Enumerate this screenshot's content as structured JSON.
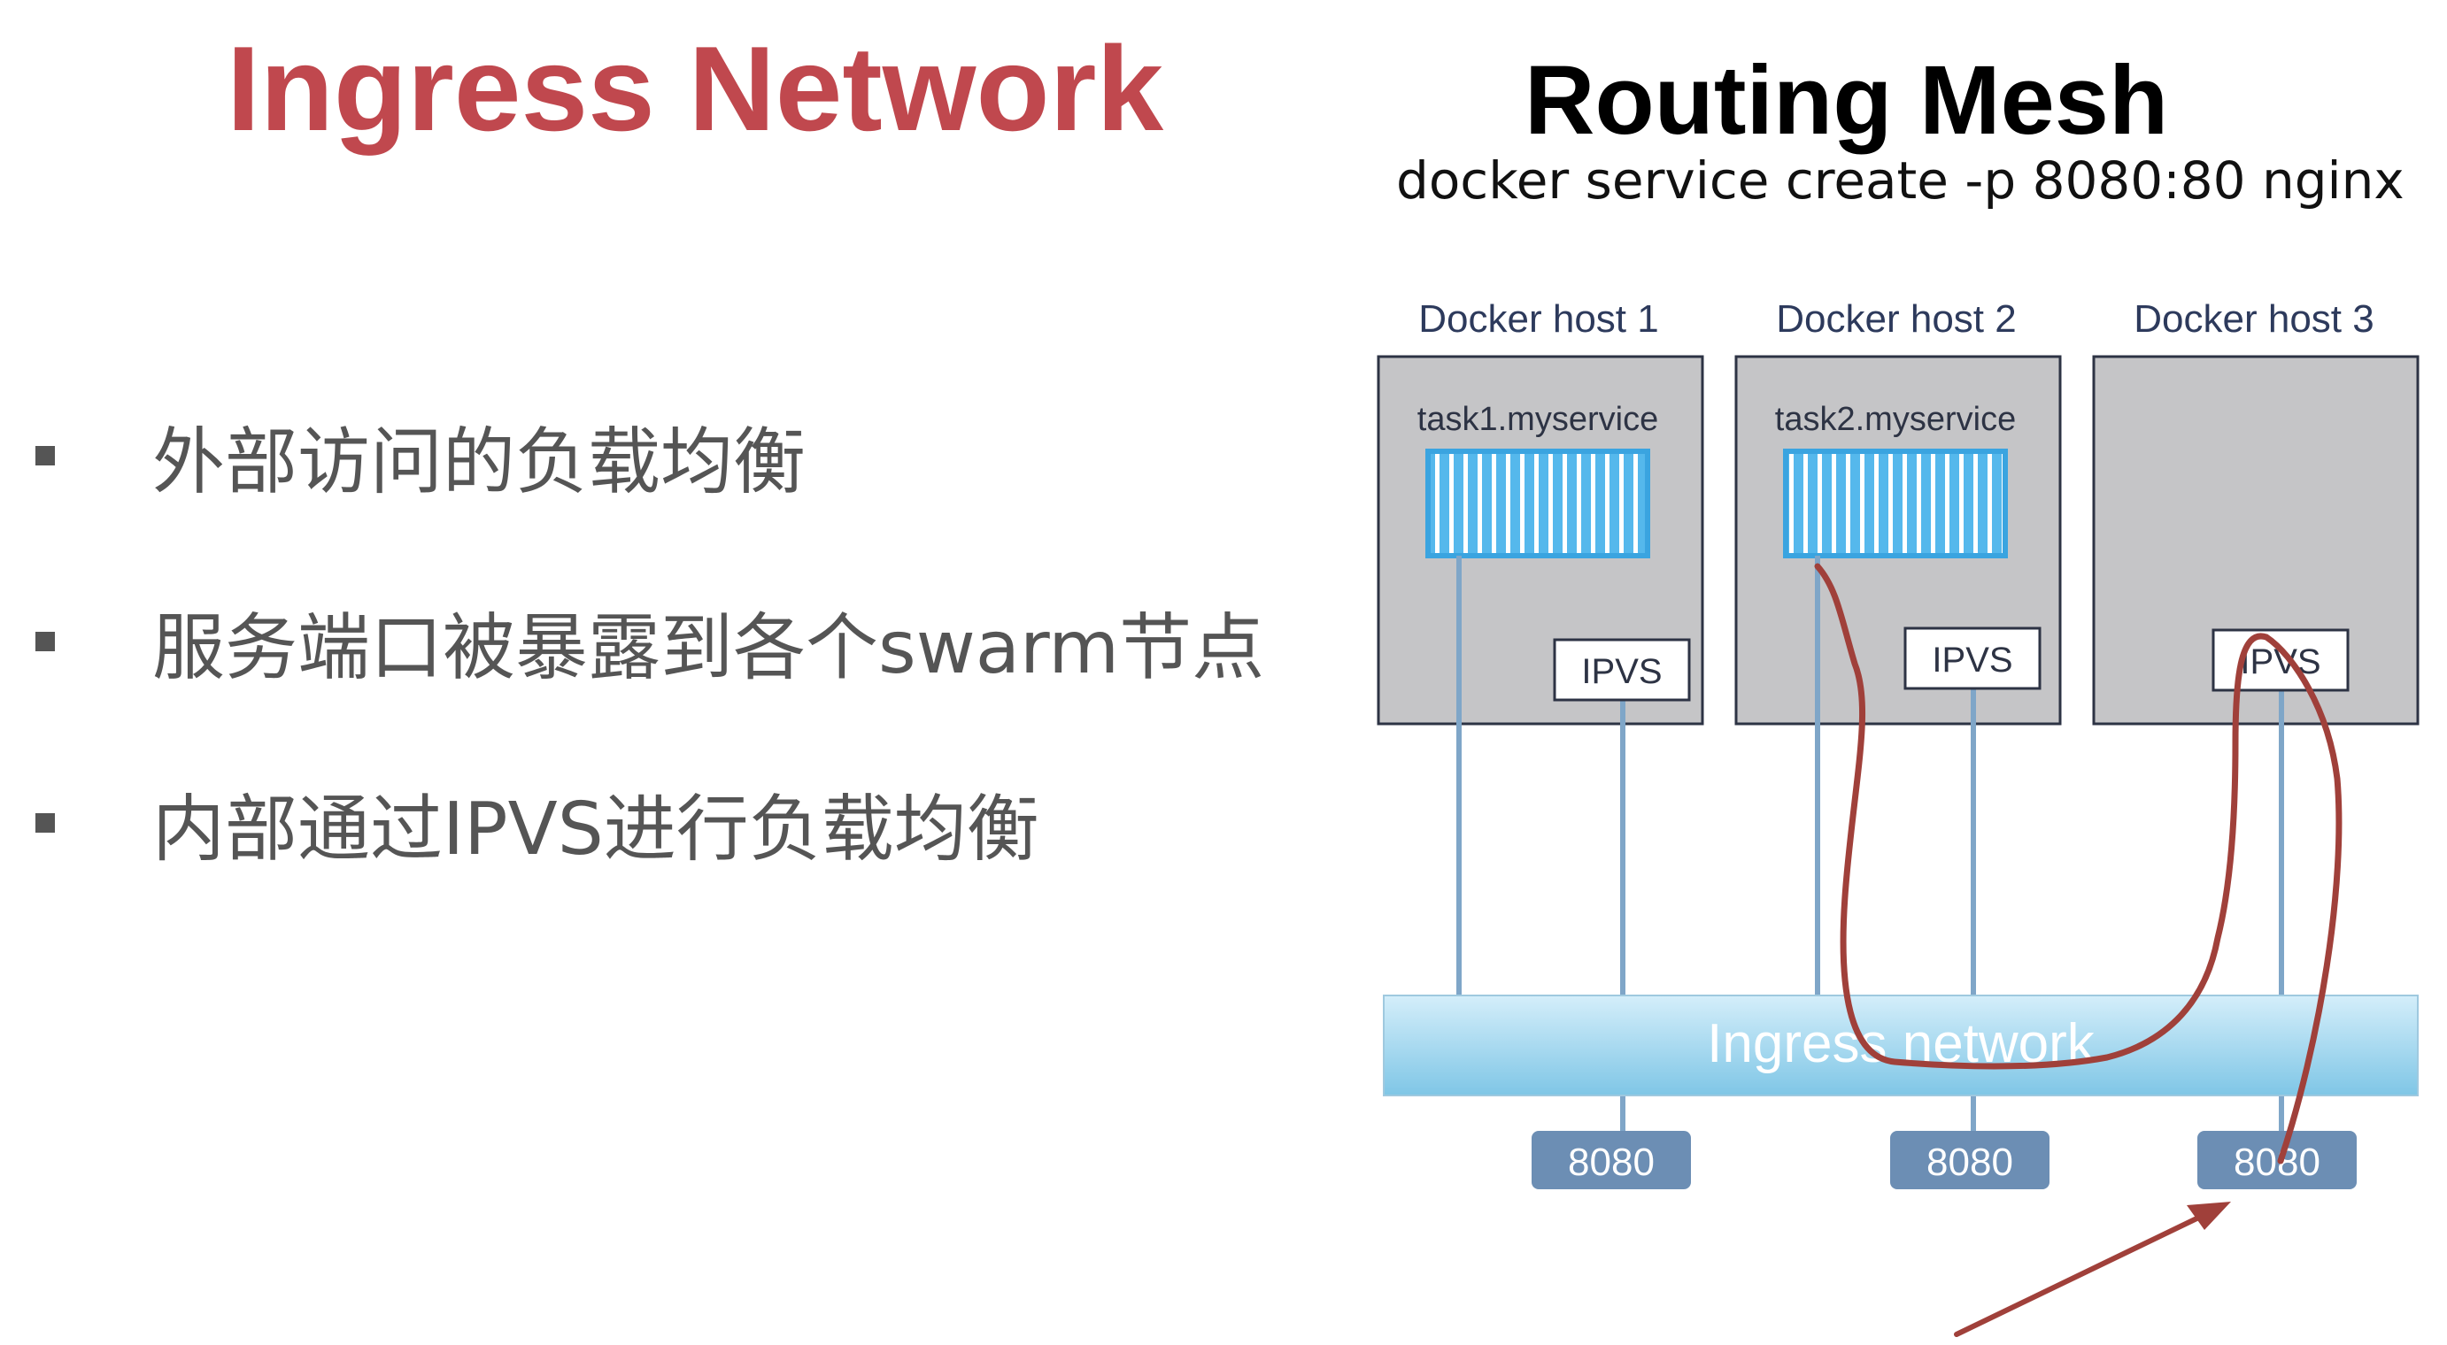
{
  "left_title": "Ingress Network",
  "right_title": "Routing Mesh",
  "command": "docker service create -p 8080:80 nginx",
  "bullets": [
    "外部访问的负载均衡",
    "服务端口被暴露到各个swarm节点",
    "内部通过IPVS进行负载均衡"
  ],
  "diagram": {
    "hosts": [
      {
        "label": "Docker host 1",
        "task": "task1.myservice",
        "ipvs": "IPVS",
        "port": "8080"
      },
      {
        "label": "Docker host 2",
        "task": "task2.myservice",
        "ipvs": "IPVS",
        "port": "8080"
      },
      {
        "label": "Docker host 3",
        "task": "",
        "ipvs": "IPVS",
        "port": "8080"
      }
    ],
    "network_label": "Ingress network"
  },
  "colors": {
    "title_red": "#c0484e",
    "host_box": "#c5c5c7",
    "container_blue": "#55b8ec",
    "network_blue": "#9fd6ee",
    "port_badge": "#6c8eb4",
    "line_blue": "#7fa6c8",
    "annotation": "#a0403a"
  }
}
